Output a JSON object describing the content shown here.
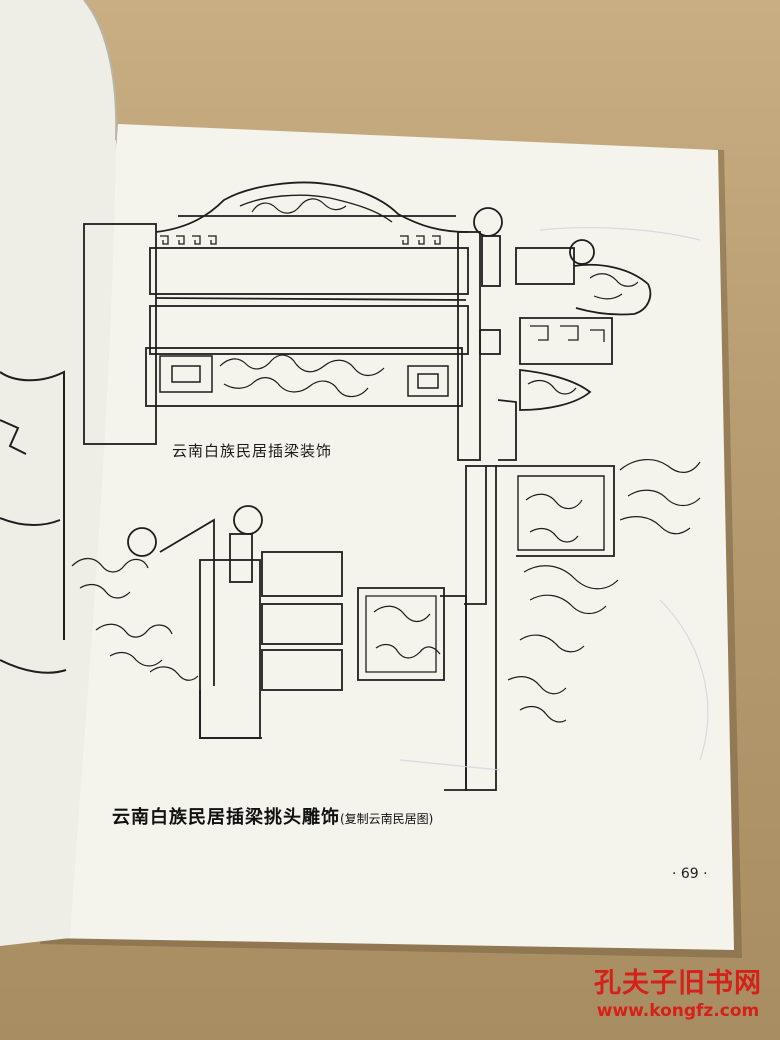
{
  "page": {
    "caption_top": "云南白族民居插梁装饰",
    "caption_bottom": "云南白族民居插梁挑头雕饰",
    "caption_bottom_note": "(复制云南民居图)",
    "page_number": "· 69 ·"
  },
  "watermark": {
    "title": "孔夫子旧书网",
    "url": "www.kongfz.com",
    "color": "#d6201a"
  },
  "colors": {
    "paper": "#f4f3ec",
    "ink": "#1e1e1e",
    "table": "#b89c72"
  }
}
